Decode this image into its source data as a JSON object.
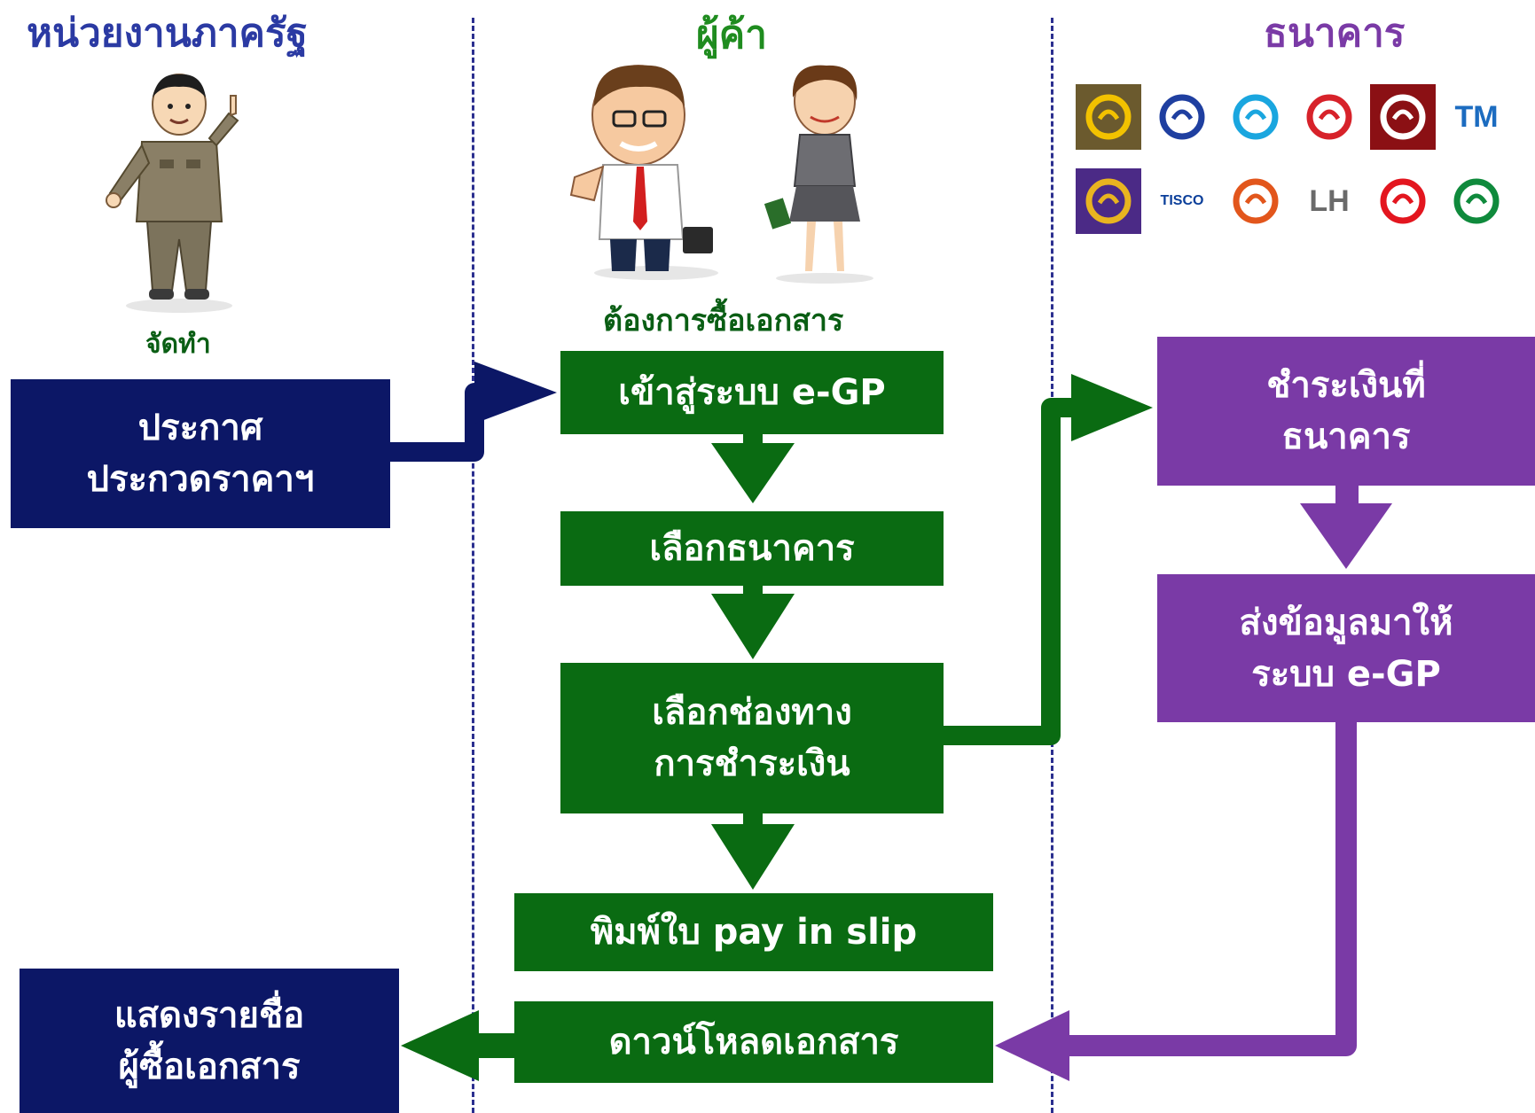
{
  "columns": {
    "government": "หน่วยงานภาครัฐ",
    "merchant": "ผู้ค้า",
    "bank": "ธนาคาร"
  },
  "labels": {
    "prepare": "จัดทำ",
    "want_buy": "ต้องการซื้อเอกสาร"
  },
  "government": {
    "announce_line1": "ประกาศ",
    "announce_line2": "ประกวดราคาฯ",
    "show_line1": "แสดงรายชื่อ",
    "show_line2": "ผู้ซื้อเอกสาร"
  },
  "merchant_steps": {
    "login": "เข้าสู่ระบบ e-GP",
    "choose_bank": "เลือกธนาคาร",
    "choose_channel_line1": "เลือกช่องทาง",
    "choose_channel_line2": "การชำระเงิน",
    "print_slip": "พิมพ์ใบ pay in slip",
    "download": "ดาวน์โหลดเอกสาร"
  },
  "bank_steps": {
    "pay_line1": "ชำระเงินที่",
    "pay_line2": "ธนาคาร",
    "send_line1": "ส่งข้อมูลมาให้",
    "send_line2": "ระบบ e-GP"
  },
  "bank_logos": [
    {
      "icon": "krungsri-logo-icon",
      "text": "",
      "bg": "#6b5a2e",
      "fg": "#f2c200"
    },
    {
      "icon": "bangkok-bank-logo-icon",
      "text": "",
      "bg": "#ffffff",
      "fg": "#1f3fa0"
    },
    {
      "icon": "krungthai-logo-icon",
      "text": "",
      "bg": "#ffffff",
      "fg": "#1aa6df"
    },
    {
      "icon": "kasikorn-logo-icon",
      "text": "",
      "bg": "#ffffff",
      "fg": "#d7222a"
    },
    {
      "icon": "cimb-logo-icon",
      "text": "",
      "bg": "#8b1014",
      "fg": "#ffffff"
    },
    {
      "icon": "tmb-logo-icon",
      "text": "TM",
      "bg": "#ffffff",
      "fg": "#1c6cc0"
    },
    {
      "icon": "scb-logo-icon",
      "text": "",
      "bg": "#4b2a86",
      "fg": "#e8b420"
    },
    {
      "icon": "tisco-logo-icon",
      "text": "TISCO",
      "bg": "#ffffff",
      "fg": "#0b3f9a"
    },
    {
      "icon": "thanachart-logo-icon",
      "text": "",
      "bg": "#ffffff",
      "fg": "#e2561c"
    },
    {
      "icon": "lh-bank-logo-icon",
      "text": "LH",
      "bg": "#ffffff",
      "fg": "#6a6a6a"
    },
    {
      "icon": "uob-logo-icon",
      "text": "",
      "bg": "#ffffff",
      "fg": "#e3161f"
    },
    {
      "icon": "standard-chartered-logo-icon",
      "text": "",
      "bg": "#ffffff",
      "fg": "#0f8a3c"
    }
  ],
  "colors": {
    "navy": "#0c1766",
    "green": "#0a6b12",
    "purple": "#7a3aa6",
    "title_blue": "#2b3aa3",
    "title_green": "#1f8c1f",
    "title_purple": "#7a3aa6"
  }
}
